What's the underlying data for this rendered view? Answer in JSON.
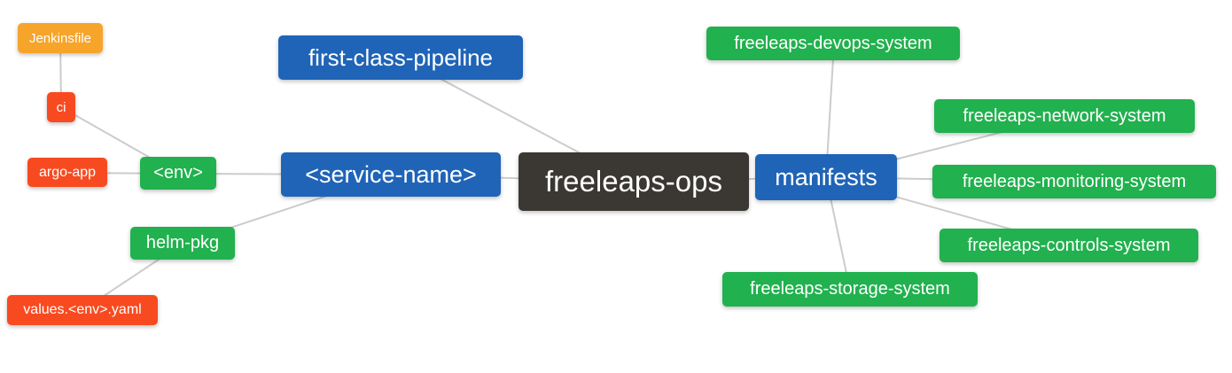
{
  "diagram": {
    "type": "mindmap",
    "background_color": "#ffffff",
    "edge_color": "#cccccc",
    "palette": {
      "root_node": "#3b3733",
      "primary_node": "#1f64b7",
      "system_node": "#21b14e",
      "config_node": "#f84a20",
      "file_node": "#f7a42a",
      "node_text": "#ffffff"
    }
  },
  "nodes": {
    "freeleaps_ops": {
      "label": "freeleaps-ops"
    },
    "first_class_pipeline": {
      "label": "first-class-pipeline"
    },
    "service_name": {
      "label": "<service-name>"
    },
    "manifests": {
      "label": "manifests"
    },
    "env": {
      "label": "<env>"
    },
    "helm_pkg": {
      "label": "helm-pkg"
    },
    "ci": {
      "label": "ci"
    },
    "argo_app": {
      "label": "argo-app"
    },
    "jenkinsfile": {
      "label": "Jenkinsfile"
    },
    "values_env_yaml": {
      "label": "values.<env>.yaml"
    },
    "devops_system": {
      "label": "freeleaps-devops-system"
    },
    "network_system": {
      "label": "freeleaps-network-system"
    },
    "monitoring_system": {
      "label": "freeleaps-monitoring-system"
    },
    "controls_system": {
      "label": "freeleaps-controls-system"
    },
    "storage_system": {
      "label": "freeleaps-storage-system"
    }
  },
  "edges": [
    [
      "freeleaps_ops",
      "first_class_pipeline"
    ],
    [
      "freeleaps_ops",
      "service_name"
    ],
    [
      "freeleaps_ops",
      "manifests"
    ],
    [
      "service_name",
      "env"
    ],
    [
      "service_name",
      "helm_pkg"
    ],
    [
      "env",
      "ci"
    ],
    [
      "env",
      "argo_app"
    ],
    [
      "ci",
      "jenkinsfile"
    ],
    [
      "helm_pkg",
      "values_env_yaml"
    ],
    [
      "manifests",
      "devops_system"
    ],
    [
      "manifests",
      "network_system"
    ],
    [
      "manifests",
      "monitoring_system"
    ],
    [
      "manifests",
      "controls_system"
    ],
    [
      "manifests",
      "storage_system"
    ]
  ]
}
